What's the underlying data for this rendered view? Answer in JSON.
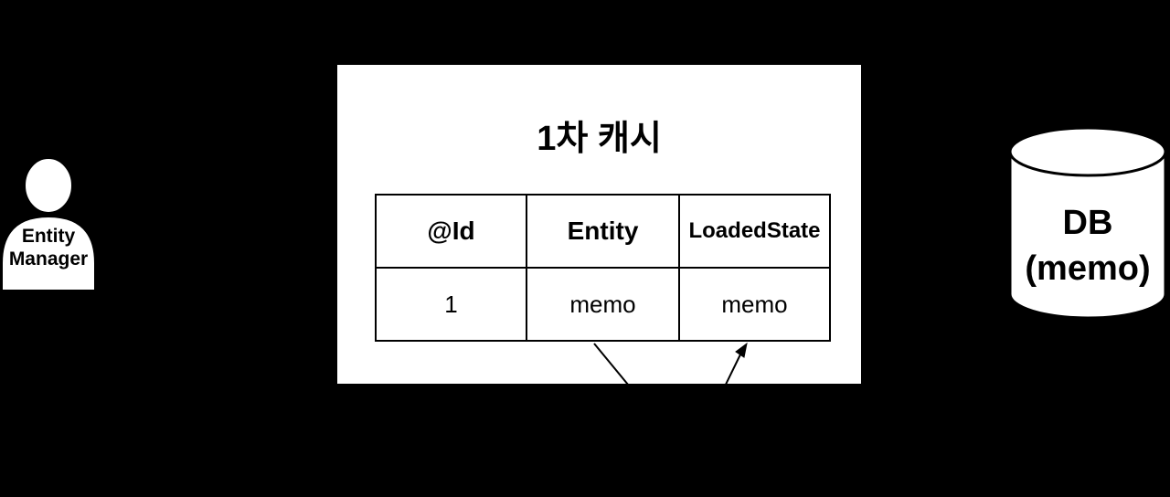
{
  "colors": {
    "background": "#000000",
    "shape_fill": "#ffffff",
    "line": "#000000",
    "text": "#000000"
  },
  "actor": {
    "name_line1": "Entity",
    "name_line2": "Manager"
  },
  "cache": {
    "title": "1차 캐시",
    "table": {
      "headers": [
        "@Id",
        "Entity",
        "LoadedState"
      ],
      "rows": [
        [
          "1",
          "memo",
          "memo"
        ]
      ]
    }
  },
  "database": {
    "name_line1": "DB",
    "name_line2": "(memo)"
  }
}
